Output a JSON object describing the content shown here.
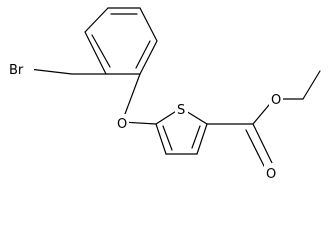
{
  "molecule": {
    "atoms": {
      "bromine": "Br",
      "ether_oxygen": "O",
      "thiophene_sulfur": "S",
      "carbonyl_oxygen": "O",
      "ester_oxygen": "O"
    },
    "colors": {
      "bond": "#000000",
      "label": "#000000",
      "background": "#ffffff"
    }
  }
}
